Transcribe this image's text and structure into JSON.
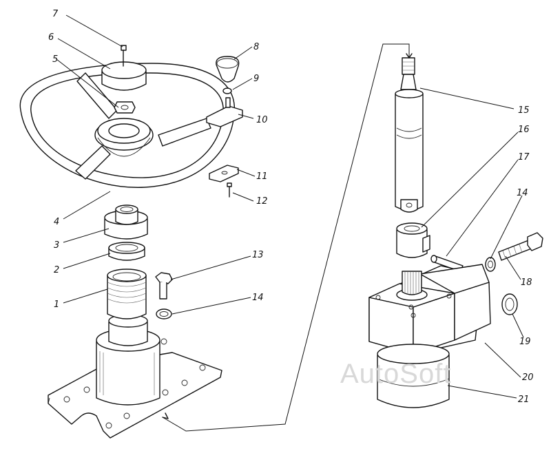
{
  "watermark": "AutoSoft",
  "callouts": [
    "1",
    "2",
    "3",
    "4",
    "5",
    "6",
    "7",
    "8",
    "9",
    "10",
    "11",
    "12",
    "13",
    "14",
    "14",
    "15",
    "16",
    "17",
    "18",
    "19",
    "20",
    "21"
  ]
}
